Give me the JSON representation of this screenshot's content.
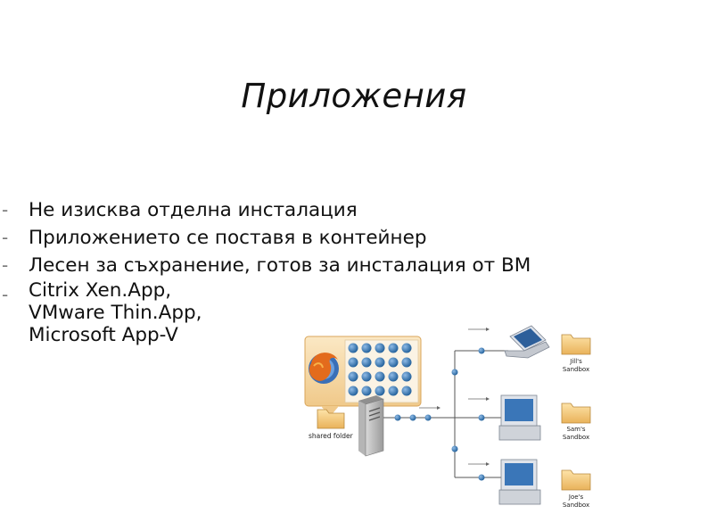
{
  "slide": {
    "title": "Приложения",
    "bullets": [
      "Не изисква отделна инсталация",
      "Приложението се поставя в контейнер",
      "Лесен за съхранение, готов за инсталация от ВМ"
    ],
    "products_bullet": [
      "Citrix Xen.App,",
      "VMware Thin.App,",
      "Microsoft App-V"
    ]
  },
  "diagram": {
    "shared_folder_label": "shared folder",
    "sandboxes": [
      {
        "line1": "Jill's",
        "line2": "Sandbox"
      },
      {
        "line1": "Sam's",
        "line2": "Sandbox"
      },
      {
        "line1": "Joe's",
        "line2": "Sandbox"
      }
    ],
    "icons": [
      "firefox-icon",
      "laptop-icon",
      "desktop-icon",
      "server-icon",
      "folder-icon"
    ],
    "colors": {
      "node": "#2f6fae",
      "folder": "#f2c16b",
      "panel": "#f3d6a4"
    }
  }
}
